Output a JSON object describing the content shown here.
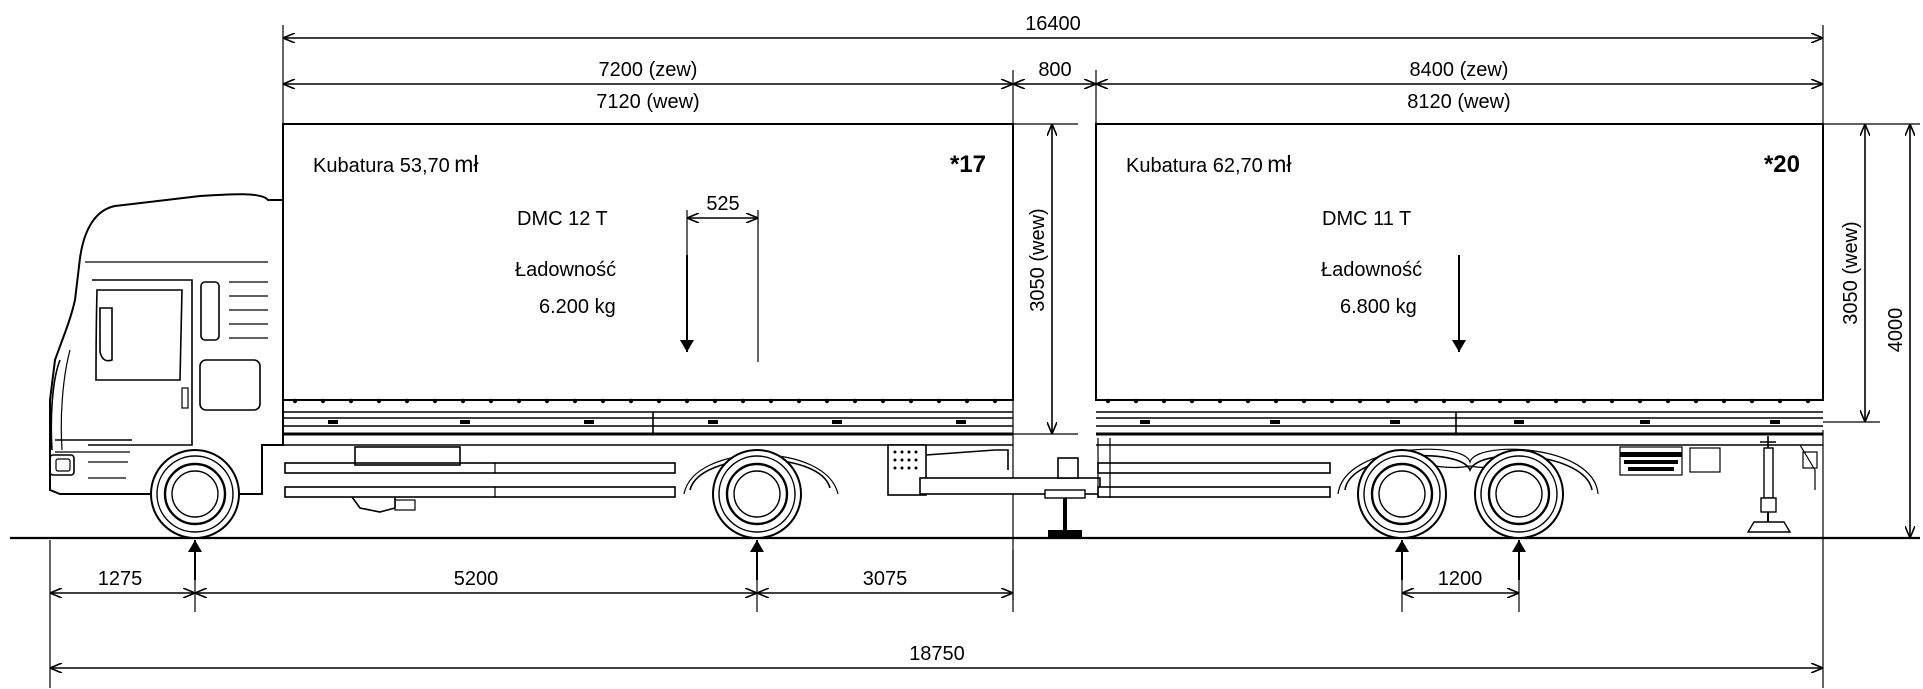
{
  "dimensions": {
    "total_body": "16400",
    "body1_ext": "7200 (zew)",
    "body1_int": "7120 (wew)",
    "gap": "800",
    "body2_ext": "8400 (zew)",
    "body2_int": "8120 (wew)",
    "height_int_1": "3050 (wew)",
    "height_int_2": "3050 (wew)",
    "height_total": "4000",
    "axle_offset": "525",
    "front_overhang": "1275",
    "wheelbase": "5200",
    "rear_overhang": "3075",
    "tandem_spacing": "1200",
    "overall_length": "18750"
  },
  "truck_body": {
    "volume_label": "Kubatura 53,70",
    "volume_unit": "mł",
    "pallets": "*17",
    "gvw": "DMC 12 T",
    "payload_label": "Ładowność",
    "payload_value": "6.200 kg"
  },
  "trailer_body": {
    "volume_label": "Kubatura 62,70",
    "volume_unit": "mł",
    "pallets": "*20",
    "gvw": "DMC 11 T",
    "payload_label": "Ładowność",
    "payload_value": "6.800 kg"
  }
}
